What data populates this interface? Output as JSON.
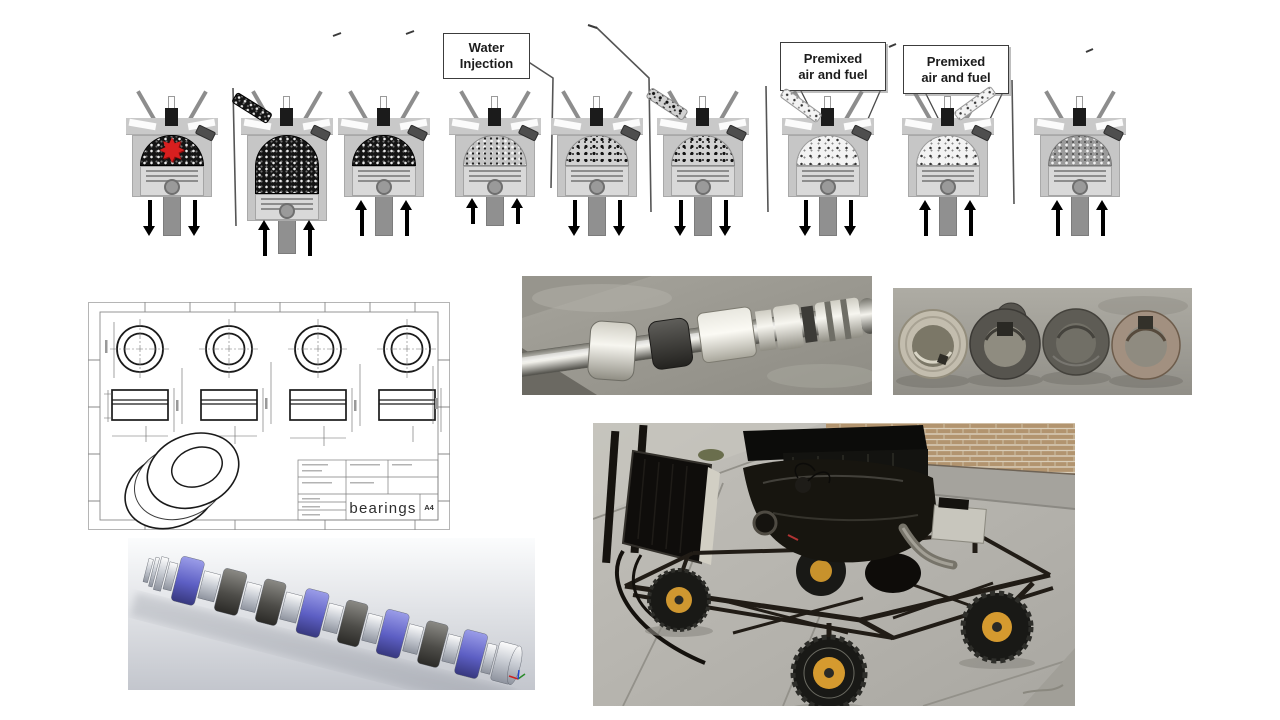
{
  "cycle_diagram": {
    "labels": {
      "water_injection": "Water\nInjection",
      "premixed_1": "Premixed\nair and fuel",
      "premixed_2": "Premixed\nair and fuel"
    },
    "stages": [
      {
        "id": "ignition",
        "chamber_fill": "dark-mix",
        "arrows": "down",
        "piston": "high",
        "star": true,
        "stream": null
      },
      {
        "id": "intake-full-charge",
        "chamber_fill": "dark-mix",
        "arrows": "up",
        "piston": "low",
        "star": false,
        "stream": "in-left-dark"
      },
      {
        "id": "compression",
        "chamber_fill": "dark-mix",
        "arrows": "up",
        "piston": "high",
        "star": false,
        "stream": null
      },
      {
        "id": "water-injection",
        "chamber_fill": "speckle-mix",
        "arrows": "up",
        "piston": "high",
        "star": false,
        "stream": null,
        "arrow_len": "short"
      },
      {
        "id": "expansion",
        "chamber_fill": "dot-mix",
        "arrows": "down",
        "piston": "high",
        "star": false,
        "stream": null
      },
      {
        "id": "exhaust",
        "chamber_fill": "dot-mix",
        "arrows": "down",
        "piston": "high",
        "star": false,
        "stream": "out-left-dots"
      },
      {
        "id": "premixed-intake-a",
        "chamber_fill": "premix",
        "arrows": "down",
        "piston": "high",
        "star": false,
        "stream": "in-left-dots"
      },
      {
        "id": "premixed-intake-b",
        "chamber_fill": "premix",
        "arrows": "up",
        "piston": "high",
        "star": false,
        "stream": "in-right-dots"
      },
      {
        "id": "recompression",
        "chamber_fill": "gray-mix",
        "arrows": "up",
        "piston": "high",
        "star": false,
        "stream": null
      }
    ]
  },
  "cad_drawing": {
    "title": "bearings",
    "sheet_size": "A4"
  },
  "colors": {
    "combustion_star_red": "#d81f1f",
    "cam_lobe_blue": "#5d5fc4",
    "wheel_rim_orange": "#d59a2f",
    "brick_wall_tan": "#b2946f",
    "steel_frame_dark": "#1c1914"
  }
}
